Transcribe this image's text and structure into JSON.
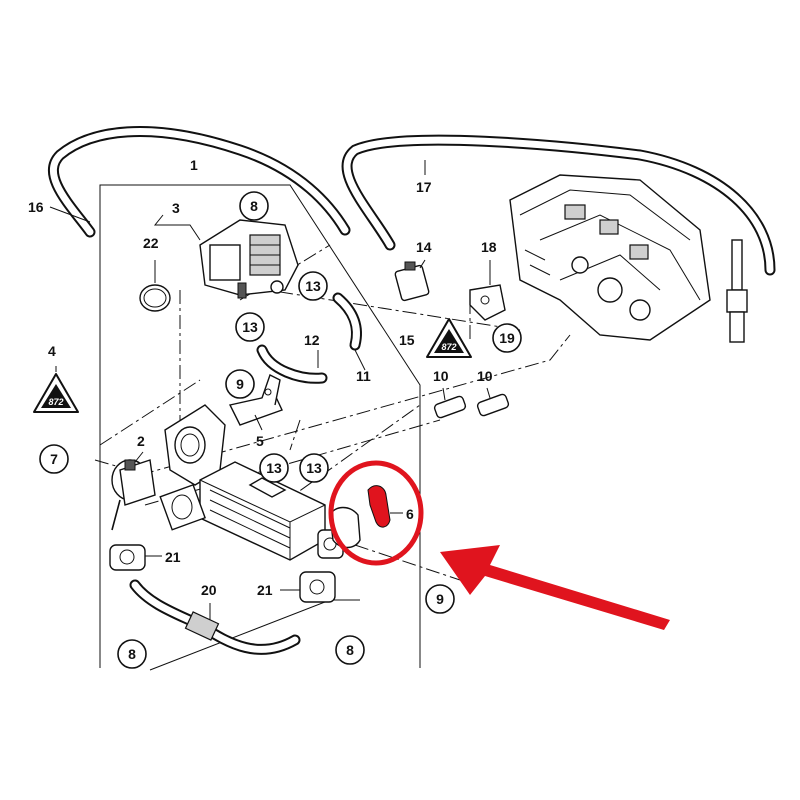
{
  "callouts": {
    "c1": "1",
    "c2": "2",
    "c3": "3",
    "c4": "4",
    "c5": "5",
    "c6": "6",
    "c7": "7",
    "c8a": "8",
    "c8b": "8",
    "c8c": "8",
    "c9a": "9",
    "c9b": "9",
    "c10a": "10",
    "c10b": "10",
    "c11": "11",
    "c12": "12",
    "c13a": "13",
    "c13b": "13",
    "c13c": "13",
    "c13d": "13",
    "c14": "14",
    "c15": "15",
    "c16": "16",
    "c17": "17",
    "c18": "18",
    "c19": "19",
    "c20": "20",
    "c21a": "21",
    "c21b": "21",
    "c22": "22"
  },
  "warning_symbols": {
    "w4": "872",
    "w15": "872"
  },
  "colors": {
    "highlight": "#e0141e",
    "ink": "#111111",
    "background": "#ffffff"
  }
}
